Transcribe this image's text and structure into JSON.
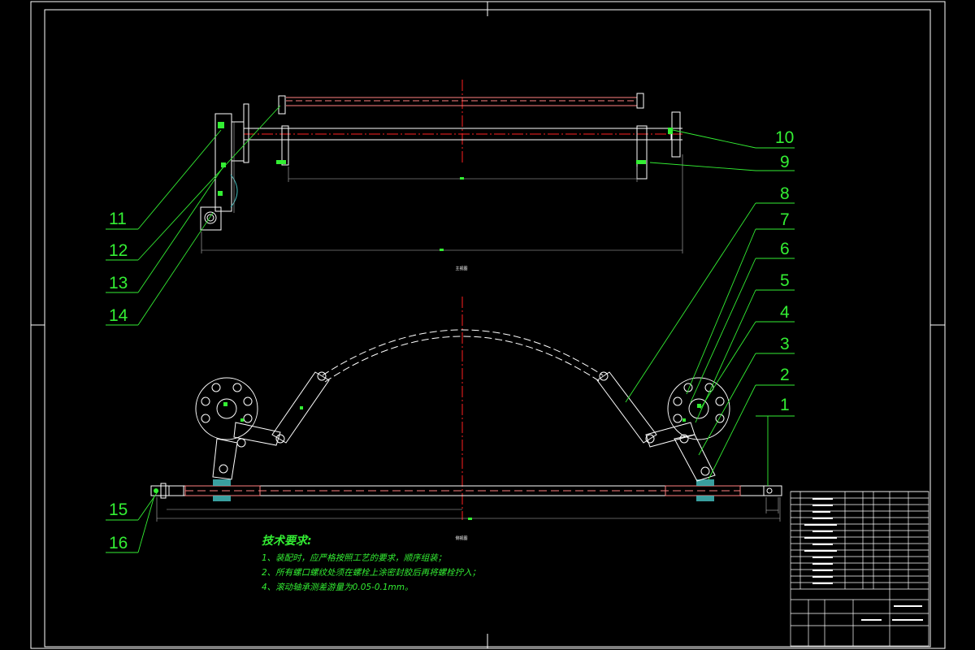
{
  "colors": {
    "background": "#000000",
    "outline": "#ffffff",
    "centerline": "#ff2020",
    "leader": "#33ee33",
    "shaft": "#ff8080",
    "dimension": "#bbbbbb",
    "hatch": "#44bbbb"
  },
  "views": {
    "front_label": "主视图",
    "side_label": "侧视图"
  },
  "balloons": [
    "1",
    "2",
    "3",
    "4",
    "5",
    "6",
    "7",
    "8",
    "9",
    "10",
    "11",
    "12",
    "13",
    "14",
    "15",
    "16"
  ],
  "technical_requirements": {
    "title": "技术要求:",
    "items": [
      "1、装配时，应严格按照工艺的要求，顺序组装；",
      "2、所有螺口螺纹处须在螺栓上涂密封胶后再将螺栓拧入；",
      "4、滚动轴承测差游量为0.05-0.1mm。"
    ]
  }
}
